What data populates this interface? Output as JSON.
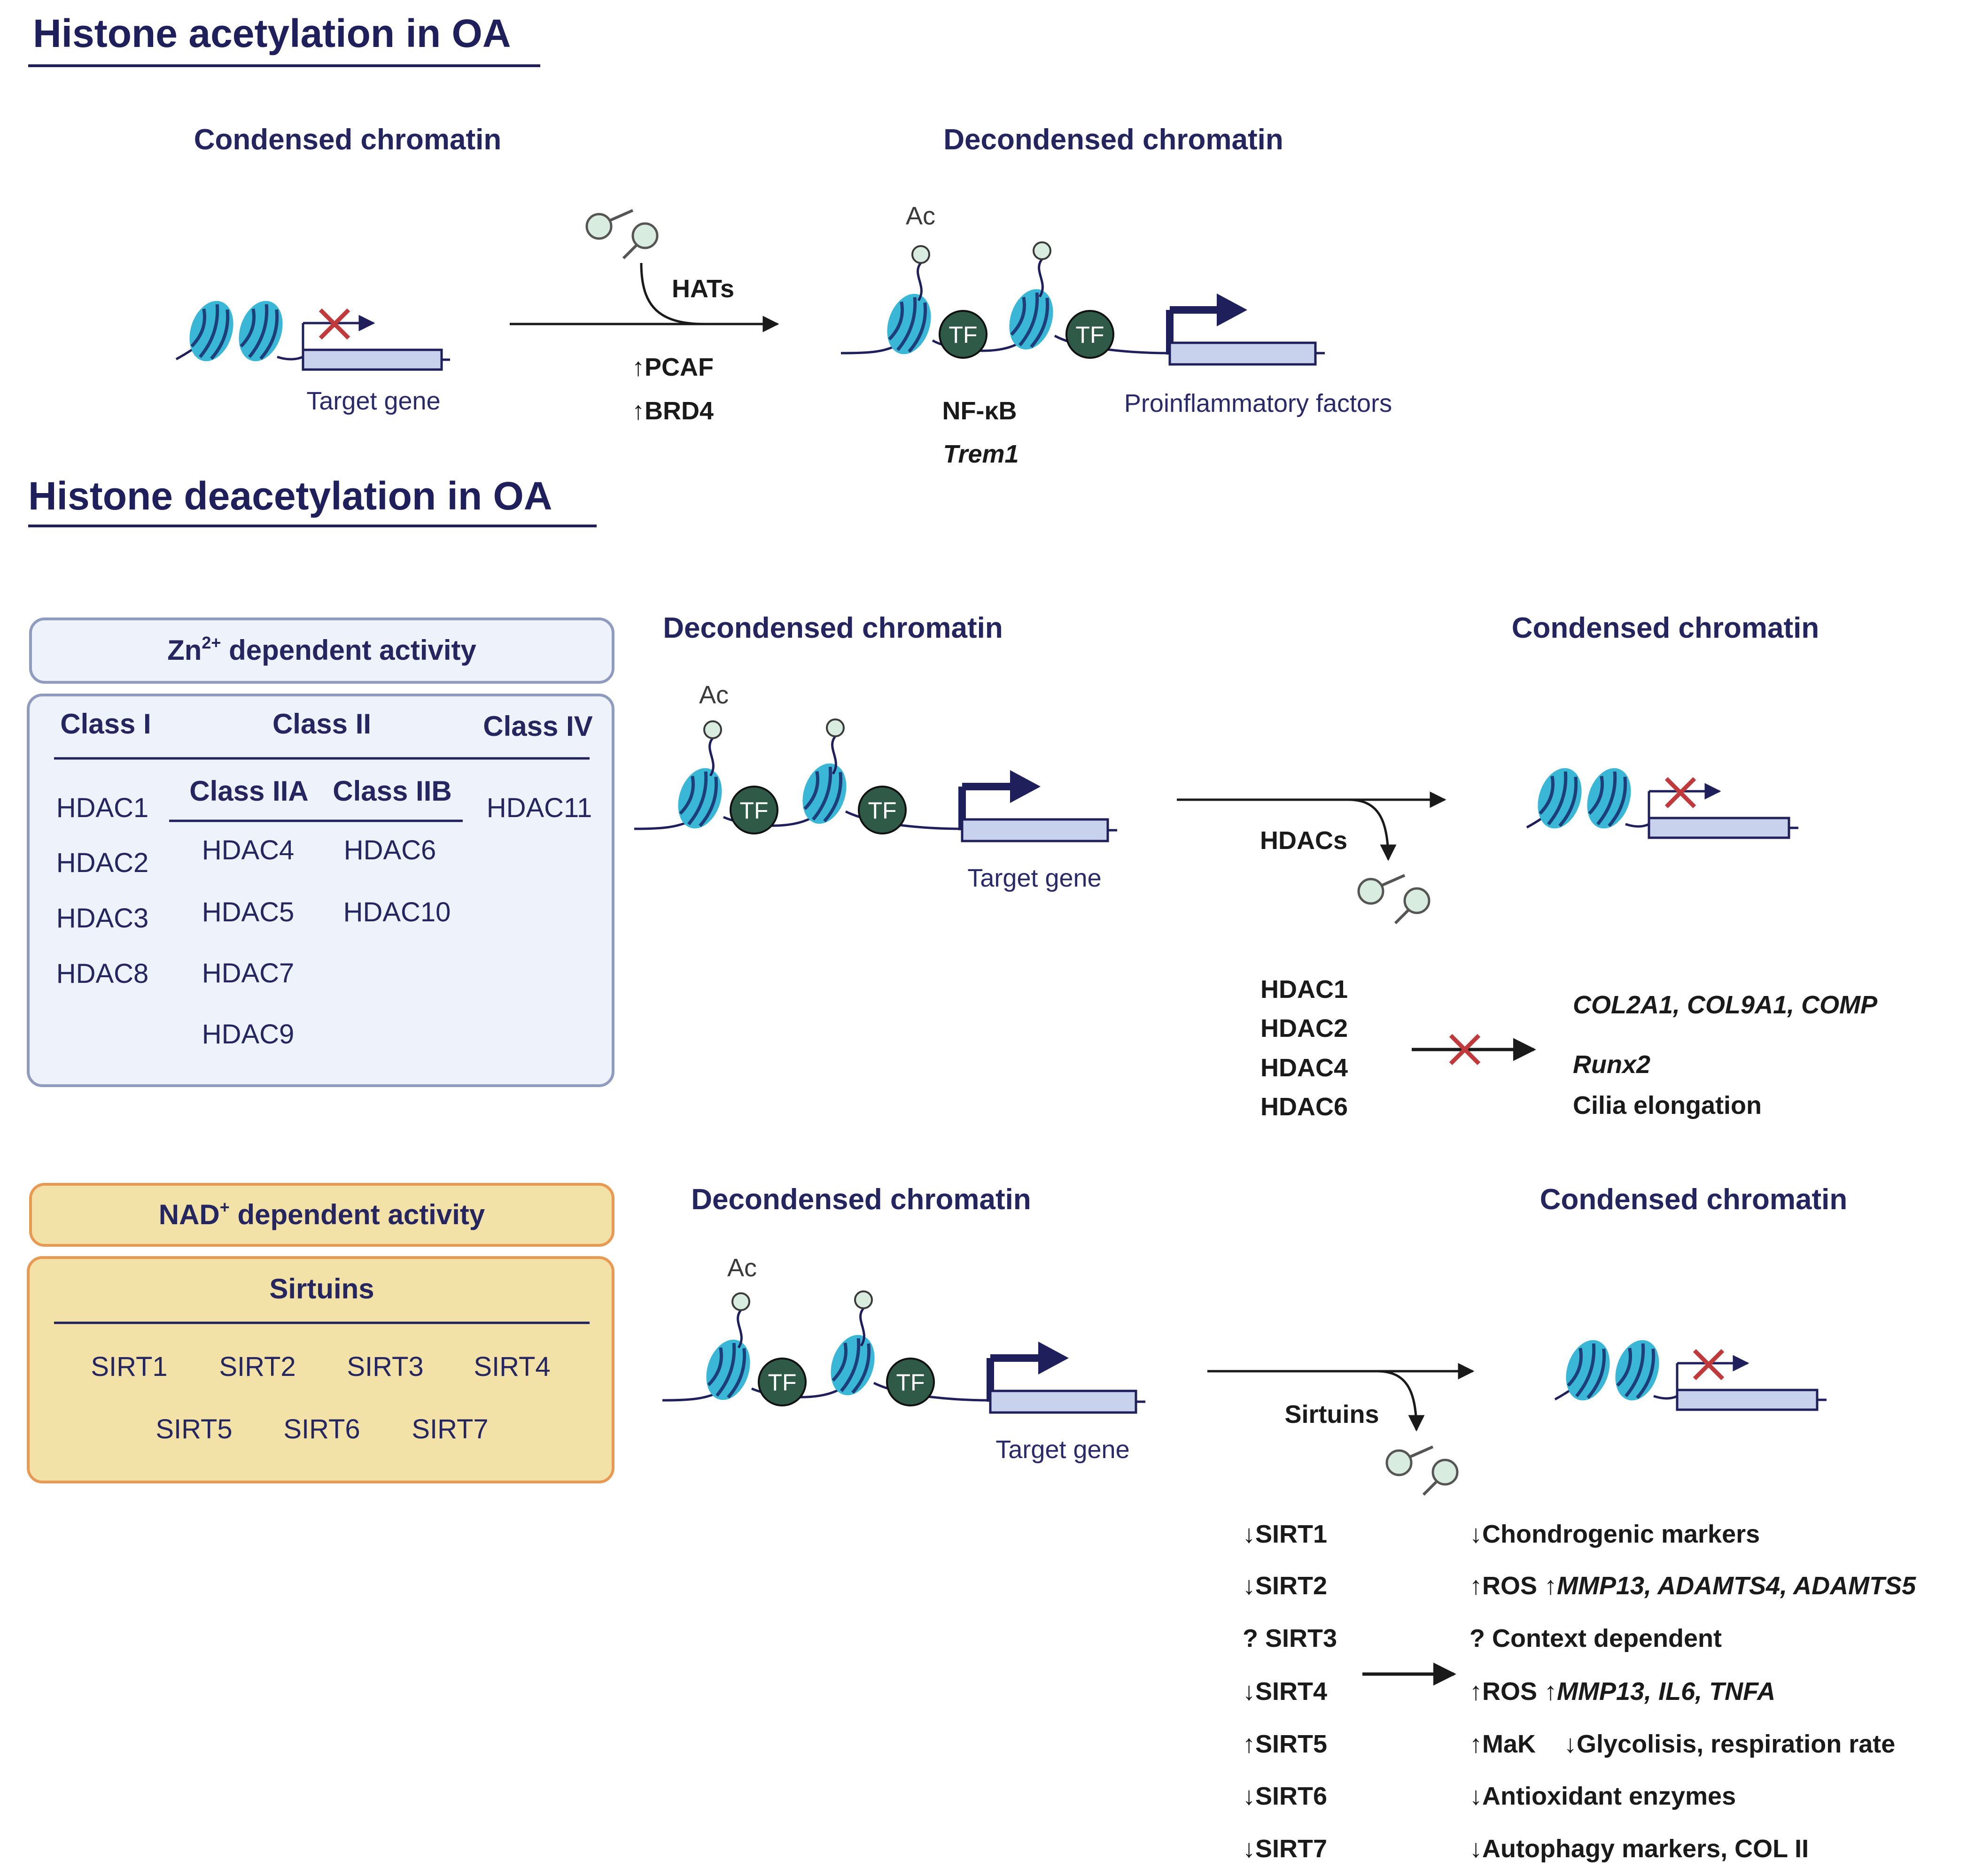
{
  "acetylation": {
    "title": "Histone acetylation in OA",
    "left_state": "Condensed chromatin",
    "right_state": "Decondensed chromatin",
    "left_gene_label": "Target gene",
    "enzyme": "HATs",
    "factors": [
      "↑PCAF",
      "↑BRD4"
    ],
    "ac_label": "Ac",
    "tf_label": "TF",
    "tf_names": [
      "NF-κB",
      "Trem1"
    ],
    "gene_label": "Proinflammatory factors"
  },
  "deacetylation": {
    "title": "Histone deacetylation in OA",
    "zn_box": {
      "title_prefix": "Zn",
      "title_sup": "2+",
      "title_suffix": " dependent activity",
      "class_i": "Class I",
      "class_ii": "Class II",
      "class_iv": "Class IV",
      "class_iia": "Class IIA",
      "class_iib": "Class IIB",
      "class_i_items": [
        "HDAC1",
        "HDAC2",
        "HDAC3",
        "HDAC8"
      ],
      "class_iia_items": [
        "HDAC4",
        "HDAC5",
        "HDAC7",
        "HDAC9"
      ],
      "class_iib_items": [
        "HDAC6",
        "HDAC10"
      ],
      "class_iv_items": [
        "HDAC11"
      ]
    },
    "nad_box": {
      "title_prefix": "NAD",
      "title_sup": "+",
      "title_suffix": " dependent activity",
      "header": "Sirtuins",
      "row1": [
        "SIRT1",
        "SIRT2",
        "SIRT3",
        "SIRT4"
      ],
      "row2": [
        "SIRT5",
        "SIRT6",
        "SIRT7"
      ]
    },
    "hdac_panel": {
      "left_state": "Decondensed chromatin",
      "right_state": "Condensed chromatin",
      "ac_label": "Ac",
      "tf_label": "TF",
      "gene_label": "Target gene",
      "enzyme": "HDACs",
      "hdacs": [
        "HDAC1",
        "HDAC2",
        "HDAC4",
        "HDAC6"
      ],
      "targets": [
        "COL2A1, COL9A1, COMP",
        "Runx2",
        "Cilia elongation"
      ]
    },
    "sirt_panel": {
      "left_state": "Decondensed chromatin",
      "right_state": "Condensed chromatin",
      "ac_label": "Ac",
      "tf_label": "TF",
      "gene_label": "Target gene",
      "enzyme": "Sirtuins",
      "sirts": [
        "↓SIRT1",
        "↓SIRT2",
        "? SIRT3",
        "↓SIRT4",
        "↑SIRT5",
        "↓SIRT6",
        "↓SIRT7"
      ],
      "effects": [
        {
          "plain": "↓Chondrogenic markers",
          "italic": ""
        },
        {
          "plain": "↑ROS  ↑",
          "italic": "MMP13, ADAMTS4, ADAMTS5"
        },
        {
          "plain": "? Context dependent",
          "italic": ""
        },
        {
          "plain": "↑ROS  ↑",
          "italic": "MMP13, IL6, TNFA"
        },
        {
          "plain": "↑MaK    ↓Glycolisis, respiration rate",
          "italic": ""
        },
        {
          "plain": "↓Antioxidant enzymes",
          "italic": ""
        },
        {
          "plain": "↓Autophagy markers, COL II",
          "italic": ""
        }
      ]
    }
  },
  "colors": {
    "navy": "#1f1f5c",
    "nucleosome": "#3ab7d6",
    "tf": "#2f5a48",
    "gene_box": "#c9d2ec",
    "inhibit": "#c0393b",
    "zn_border": "#8f9cc0",
    "nad_fill": "#f3e2a7",
    "nad_border": "#e89a55"
  }
}
